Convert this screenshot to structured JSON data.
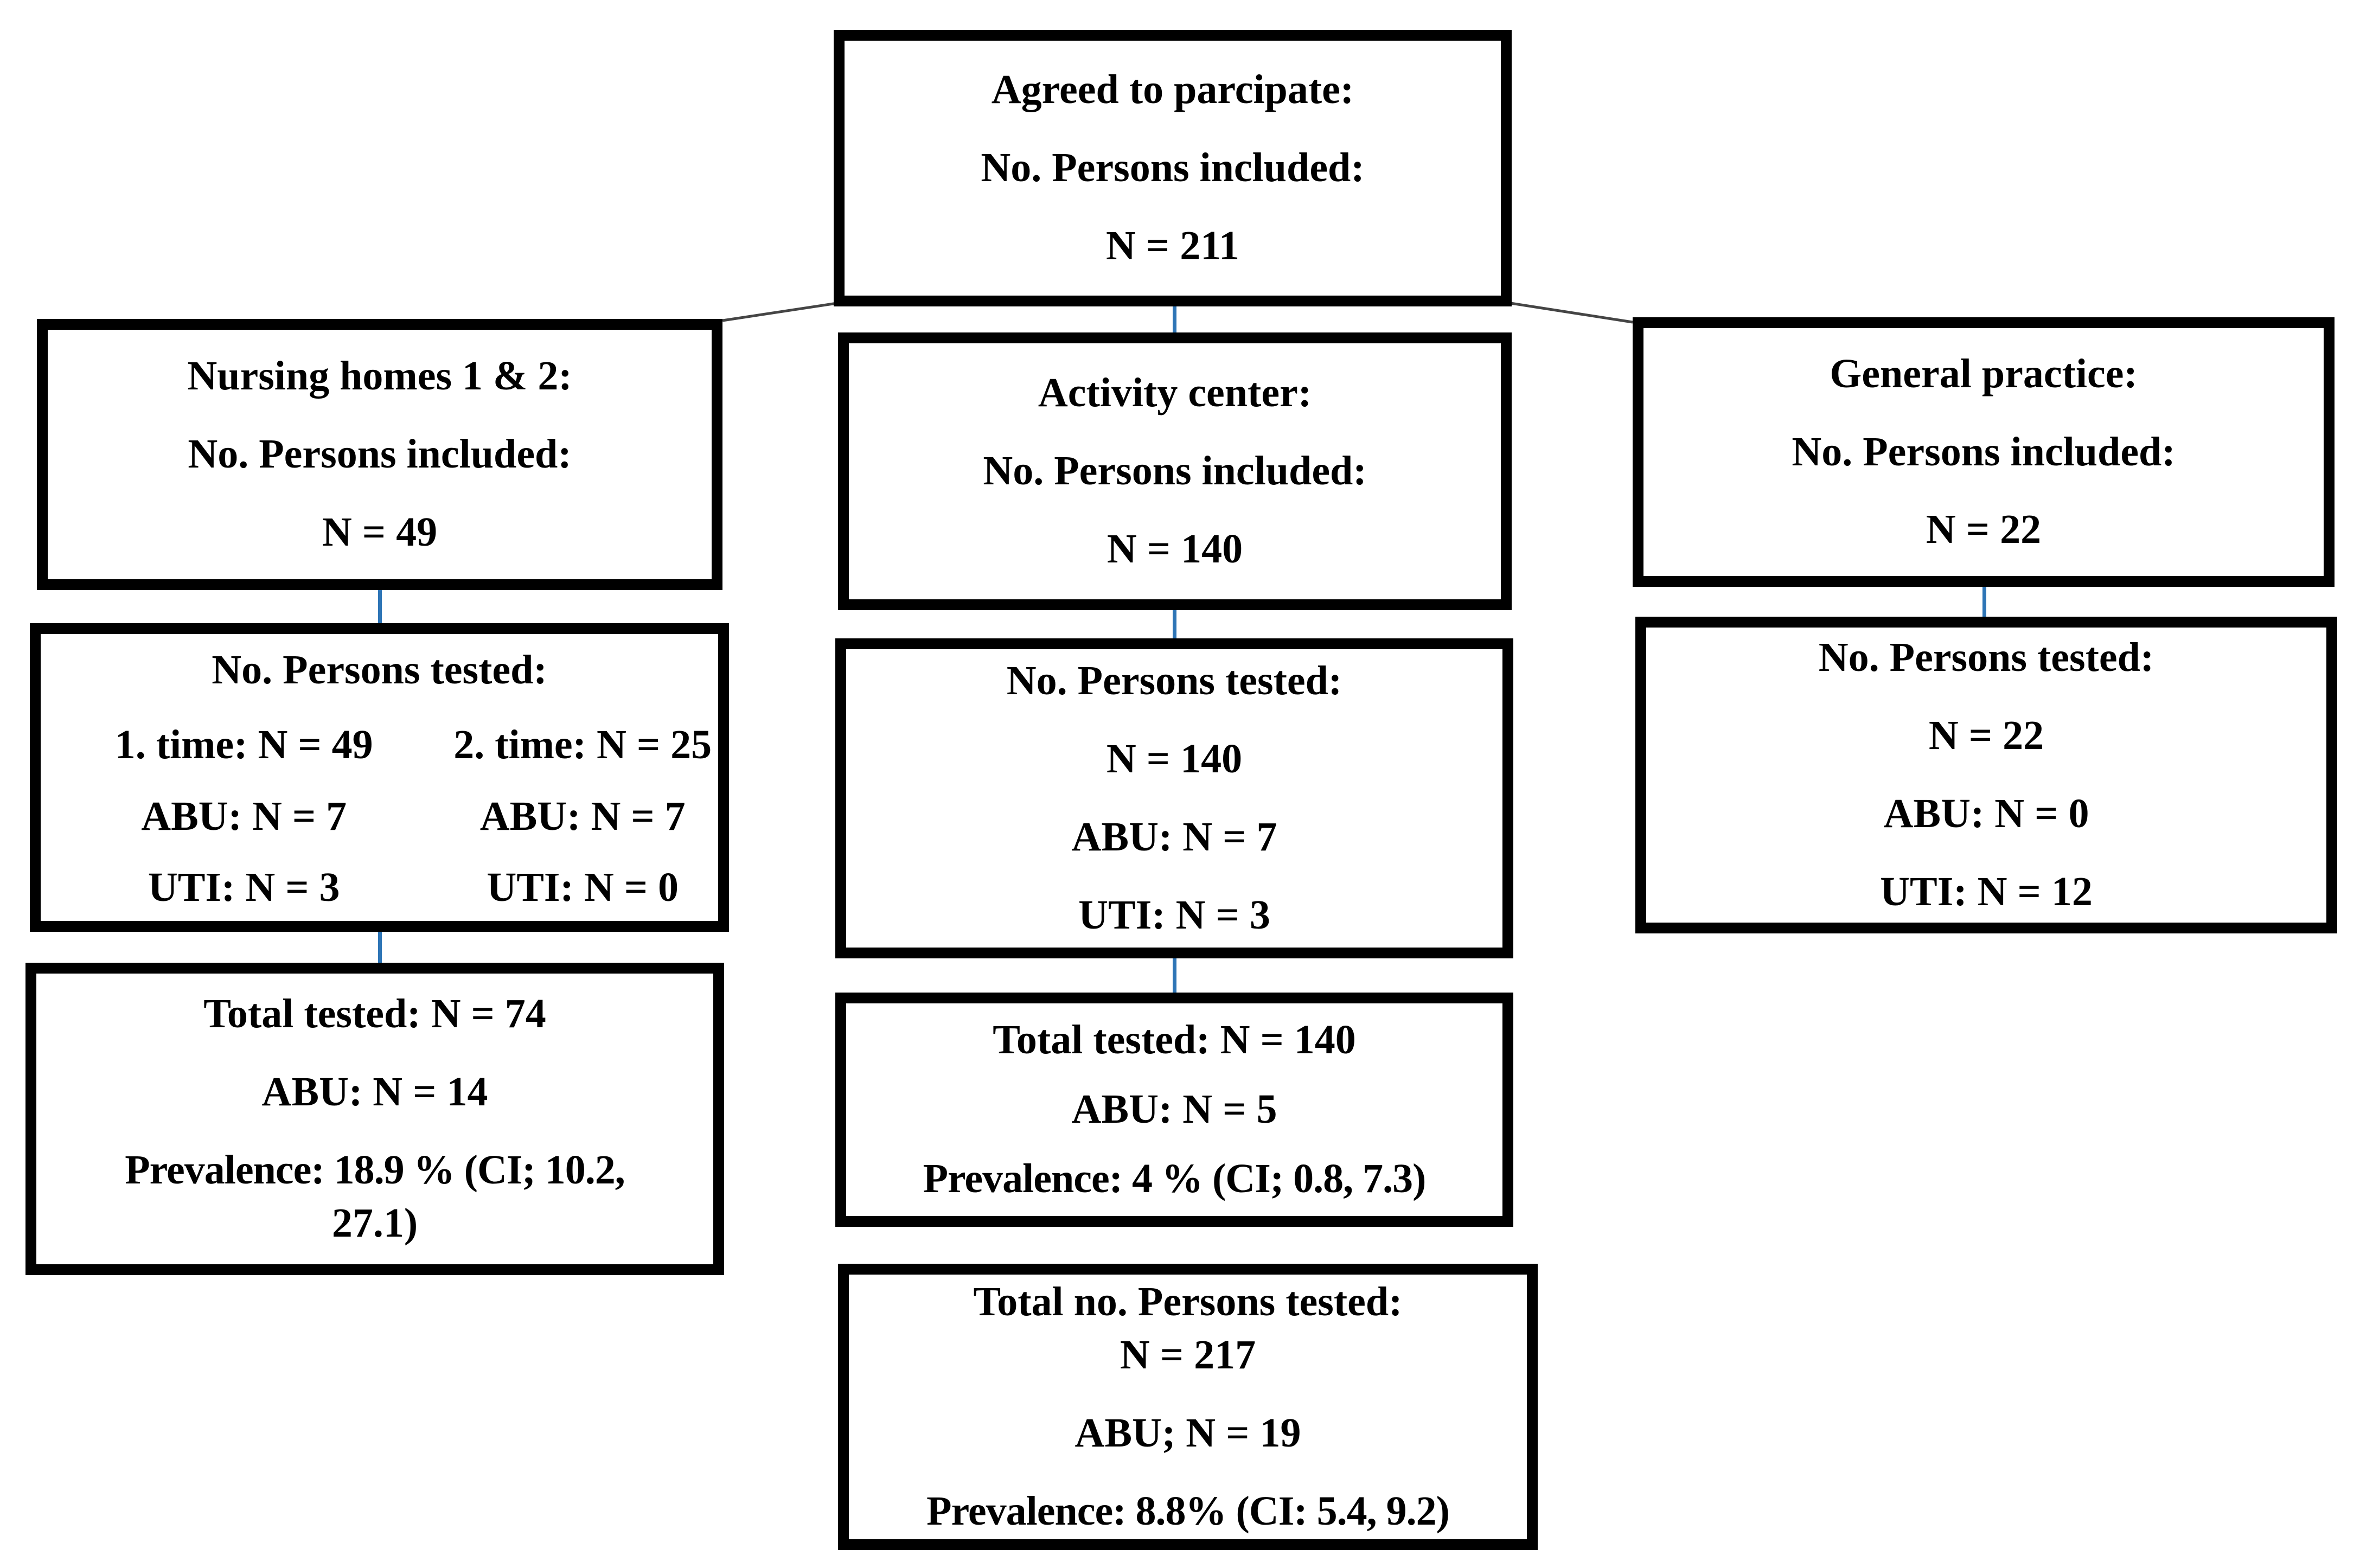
{
  "figure": {
    "top_box": {
      "lines": [
        "Agreed to parcipate:",
        "No. Persons included:",
        "N = 211"
      ]
    },
    "nursing": {
      "included": {
        "lines": [
          "Nursing homes 1 & 2:",
          "No. Persons included:",
          "N = 49"
        ]
      },
      "tested": {
        "title": "No. Persons tested:",
        "rows": [
          [
            "1. time: N = 49",
            "2. time: N = 25"
          ],
          [
            "ABU: N = 7",
            "ABU: N = 7"
          ],
          [
            "UTI: N = 3",
            "UTI: N = 0"
          ]
        ]
      },
      "total": {
        "lines": [
          "Total tested: N = 74",
          "ABU: N = 14",
          "Prevalence: 18.9 % (CI; 10.2,",
          "27.1)"
        ]
      }
    },
    "activity": {
      "included": {
        "lines": [
          "Activity center:",
          "No. Persons included:",
          "N = 140"
        ]
      },
      "tested": {
        "lines": [
          "No. Persons tested:",
          "N = 140",
          "ABU: N = 7",
          "UTI: N = 3"
        ]
      },
      "total": {
        "lines": [
          "Total tested: N = 140",
          "ABU: N = 5",
          "Prevalence: 4 % (CI; 0.8, 7.3)"
        ]
      }
    },
    "general": {
      "included": {
        "lines": [
          "General practice:",
          "No. Persons included:",
          "N = 22"
        ]
      },
      "tested": {
        "lines": [
          "No. Persons tested:",
          "N = 22",
          "ABU: N = 0",
          "UTI: N = 12"
        ]
      }
    },
    "grand_total": {
      "lines": [
        "Total no. Persons tested:",
        "N = 217",
        "ABU; N = 19",
        "Prevalence: 8.8% (CI: 5.4, 9.2)"
      ]
    }
  },
  "colors": {
    "text": "#000000",
    "box_border": "#000000",
    "connector_blue": "#2E75B6",
    "diagonal_gray": "#454545",
    "background": "#FFFFFF"
  }
}
